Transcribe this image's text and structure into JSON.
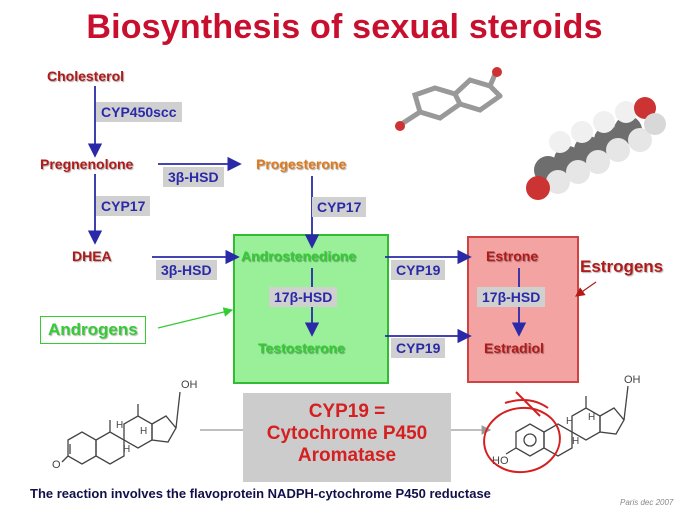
{
  "title": "Biosynthesis of sexual steroids",
  "molecules": {
    "cholesterol": "Cholesterol",
    "pregnenolone": "Pregnenolone",
    "progesterone": "Progesterone",
    "dhea": "DHEA",
    "androstenedione": "Androstenedione",
    "testosterone": "Testosterone",
    "estrone": "Estrone",
    "estradiol": "Estradiol"
  },
  "enzymes": {
    "cyp450scc": "CYP450scc",
    "hsd_preg": "3β-HSD",
    "cyp17_left": "CYP17",
    "cyp17_right": "CYP17",
    "hsd_dhea": "3β-HSD",
    "hsd17_green": "17β-HSD",
    "cyp19_top": "CYP19",
    "hsd17_red": "17β-HSD",
    "cyp19_bottom": "CYP19"
  },
  "labels": {
    "androgens": "Androgens",
    "estrogens": "Estrogens"
  },
  "cyp19_box": {
    "line1": "CYP19 =",
    "line2": "Cytochrome P450",
    "line3": "Aromatase"
  },
  "structure_labels": {
    "oh": "OH",
    "h": "H",
    "o": "O",
    "ho": "HO"
  },
  "footer": "The reaction involves the flavoprotein NADPH-cytochrome P450 reductase",
  "credit": "Paris dec 2007",
  "colors": {
    "title": "#c8102e",
    "arrow": "#2a2aa8",
    "androgen_box": "#99f099",
    "estrogen_box": "#f4a3a3",
    "cross": "#d42020"
  }
}
